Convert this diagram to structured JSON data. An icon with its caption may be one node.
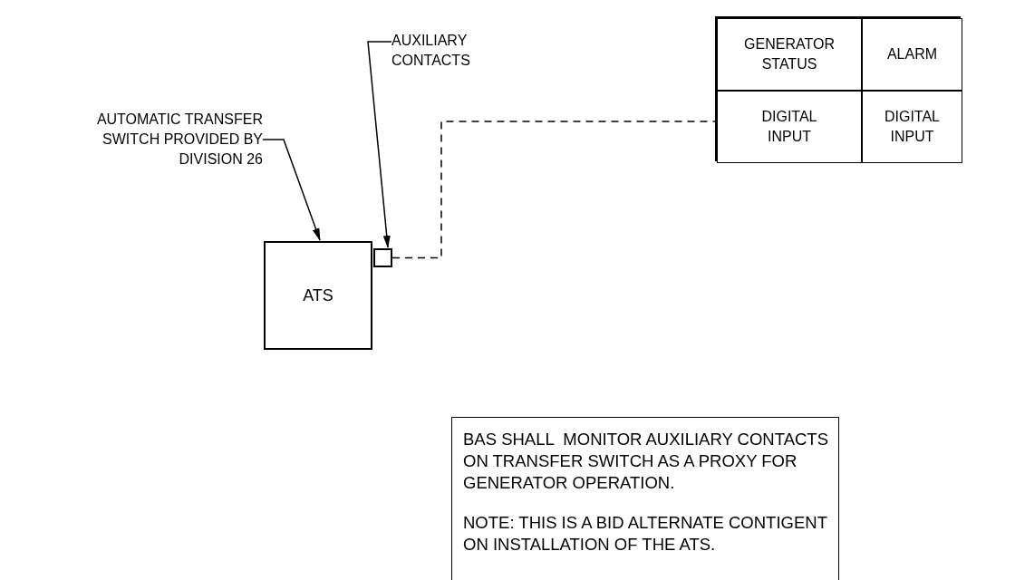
{
  "diagram": {
    "nodes": [
      {
        "text": [
          "AUTOMATIC TRANSFER SWITCH PROVIDED BY DIVISION 26"
        ]
      },
      {
        "text": [
          "ATS"
        ]
      },
      {
        "text": [
          "AUXILIARY CONTACTS"
        ]
      },
      {
        "text": [],
        "shape": "box"
      },
      {
        "text": [],
        "shape": "box"
      },
      {
        "text": [
          "GENERATOR STATUS"
        ],
        "in": 4
      },
      {
        "text": [
          "ALARM"
        ],
        "in": 4
      },
      {
        "text": [
          "DIGITAL INPUT"
        ],
        "in": 4
      },
      {
        "text": [
          "DIGITAL INPUT"
        ],
        "in": 4
      },
      {
        "text": [
          "BAS SHALL  MONITOR AUXILIARY CONTACTS ON TRANSFER SWITCH AS A PROXY FOR GENERATOR OPERATION.",
          "NOTE: THIS IS A BID ALTERNATE CONTIGENT ON INSTALLATION OF THE ATS."
        ]
      }
    ],
    "edges": [
      {
        "from": 0,
        "to": 1,
        "arrow": "to"
      },
      {
        "from": 2,
        "to": 3,
        "arrow": "to"
      },
      {
        "from": 3,
        "to": 7,
        "arrow": "none",
        "style": "dashed"
      }
    ]
  }
}
